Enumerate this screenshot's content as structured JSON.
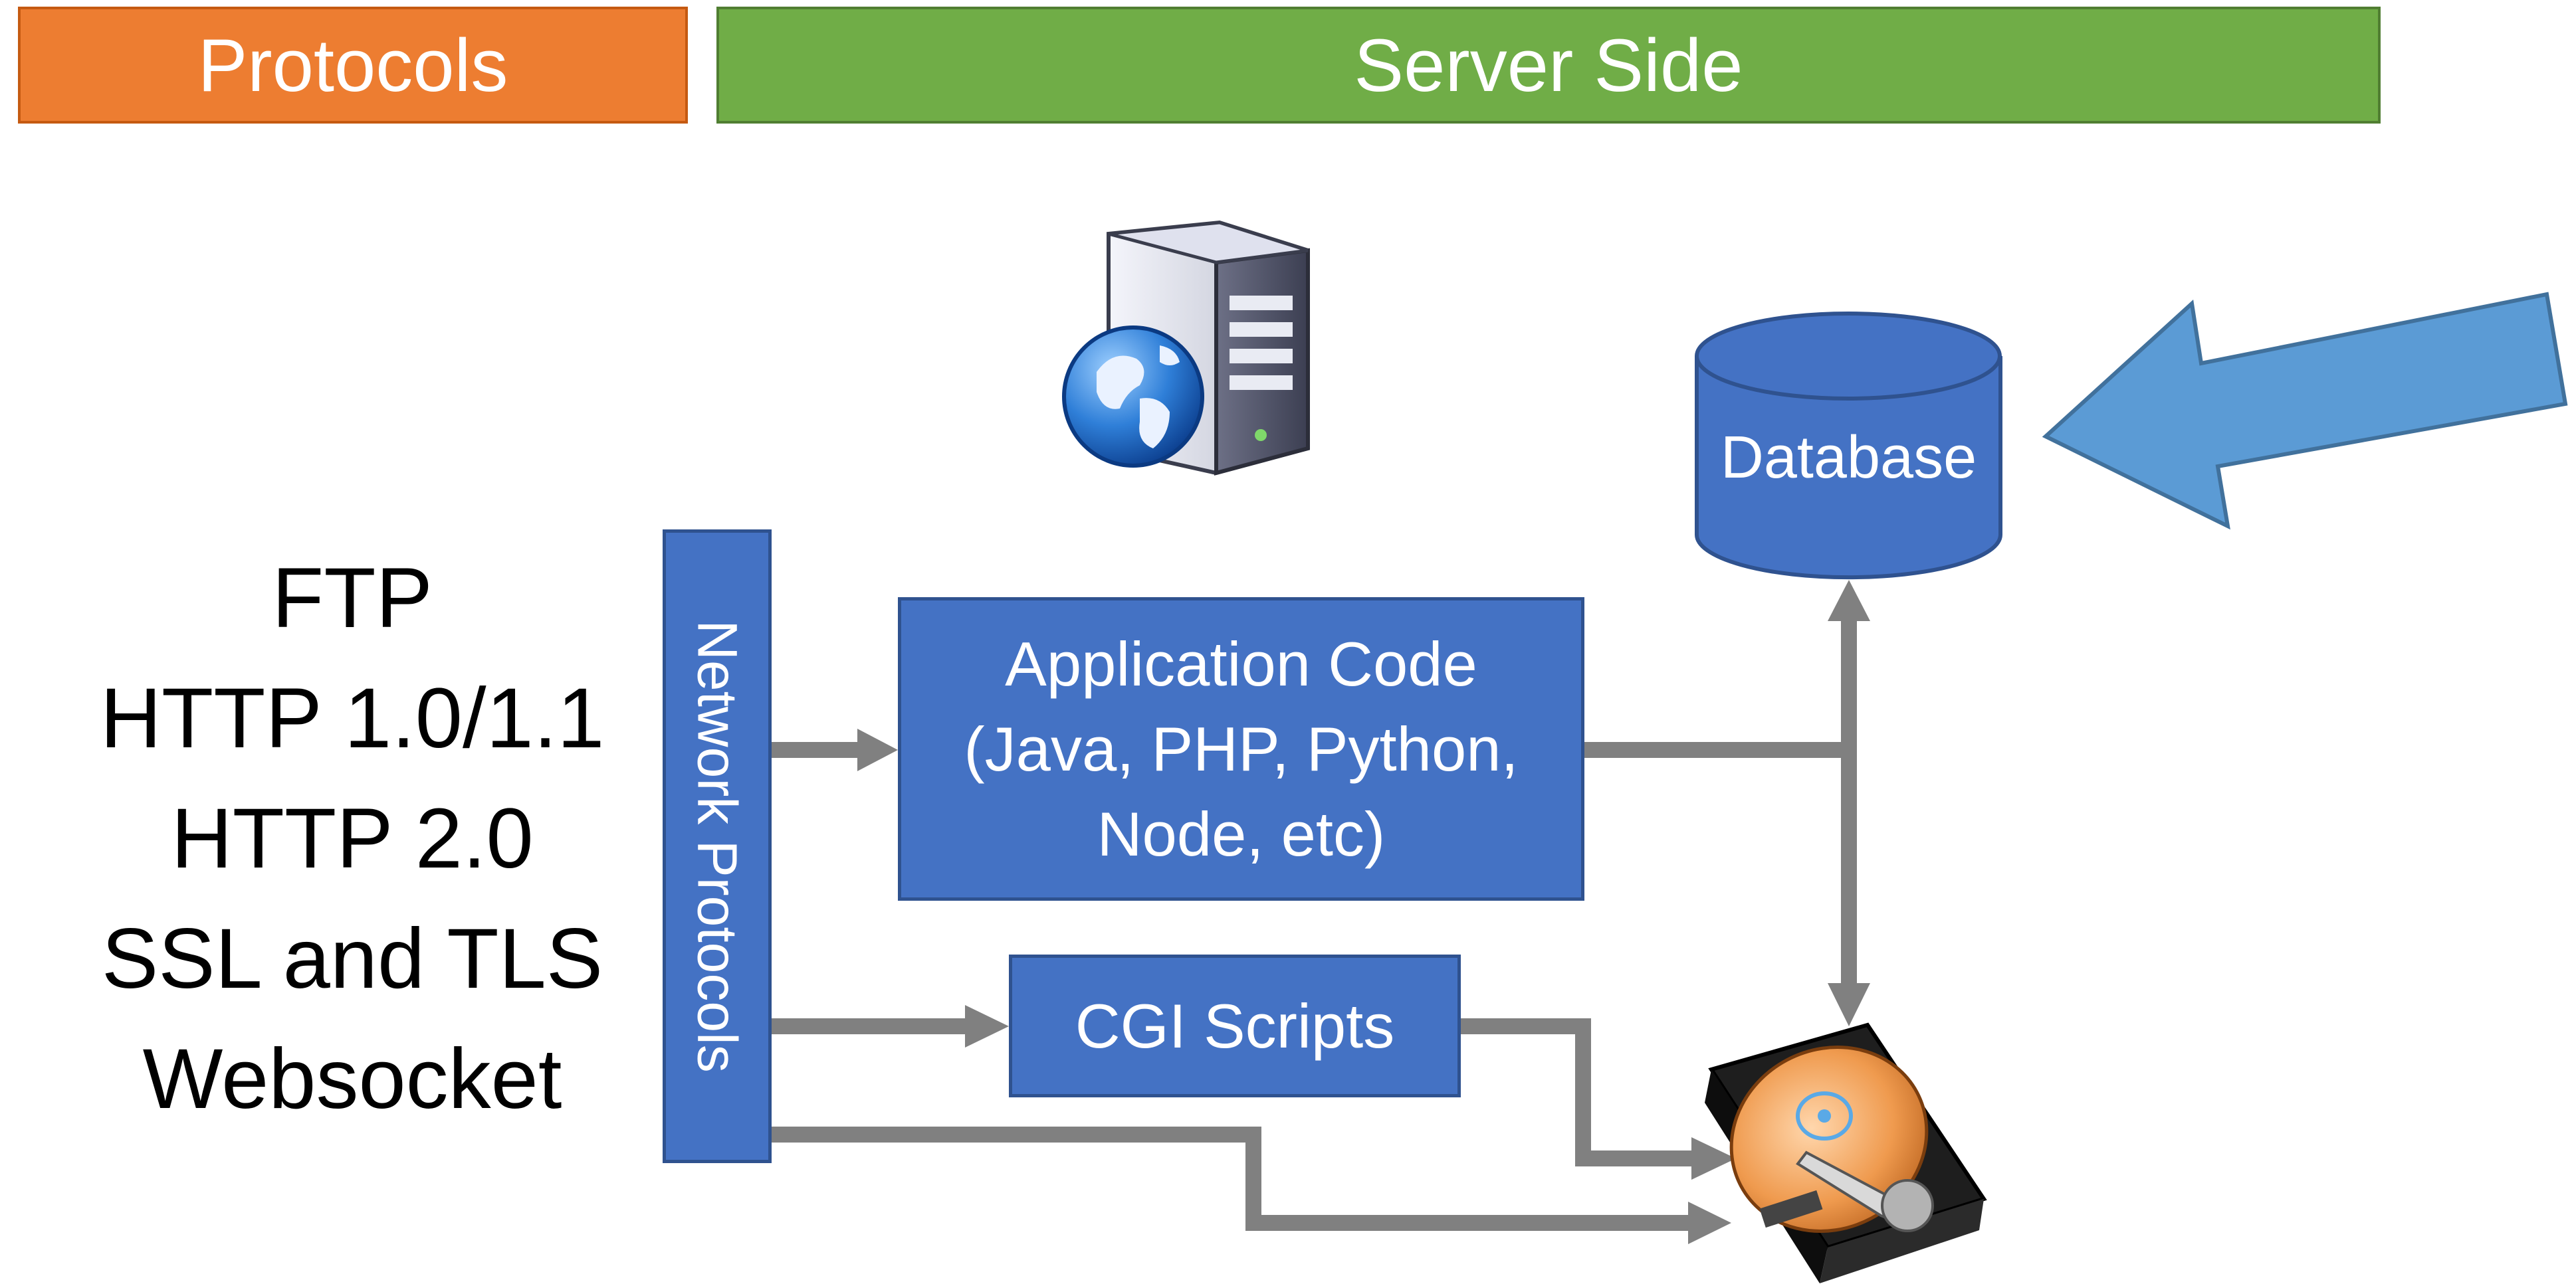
{
  "headers": {
    "protocols": "Protocols",
    "server_side": "Server Side"
  },
  "protocols_list": [
    "FTP",
    "HTTP 1.0/1.1",
    "HTTP 2.0",
    "SSL and TLS",
    "Websocket"
  ],
  "network_protocols_label": "Network Protocols",
  "app_code": [
    "Application Code",
    "(Java, PHP, Python,",
    "Node, etc)"
  ],
  "cgi_label": "CGI Scripts",
  "database_label": "Database",
  "colors": {
    "protocols_header": "#ED7D31",
    "server_header": "#70AD47",
    "box_fill": "#4472C4",
    "arrow_gray": "#808080",
    "callout_arrow": "#5B9BD5"
  },
  "icons": [
    "web-server-globe-icon",
    "hard-drive-icon",
    "database-cylinder-icon",
    "callout-arrow-icon"
  ]
}
